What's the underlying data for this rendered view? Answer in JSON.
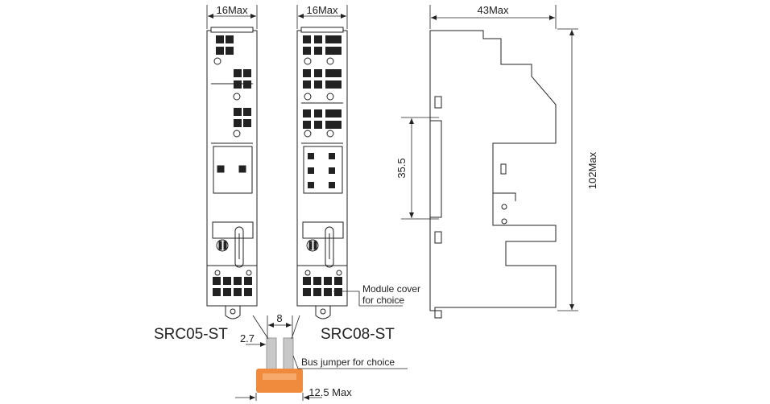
{
  "dimensions": {
    "width_left": "16Max",
    "width_right": "16Max",
    "depth": "43Max",
    "rail_height": "35.5",
    "height": "102Max",
    "pitch": "8",
    "jumper_offset": "2.7",
    "jumper_width": "12.5 Max"
  },
  "models": {
    "left": "SRC05-ST",
    "right": "SRC08-ST"
  },
  "callouts": {
    "module_cover_line1": "Module cover",
    "module_cover_line2": "for choice",
    "bus_jumper": "Bus jumper for choice"
  },
  "colors": {
    "line": "#222222",
    "jumper": "#f08a3c",
    "jumper_pin": "#c8c8c8"
  }
}
